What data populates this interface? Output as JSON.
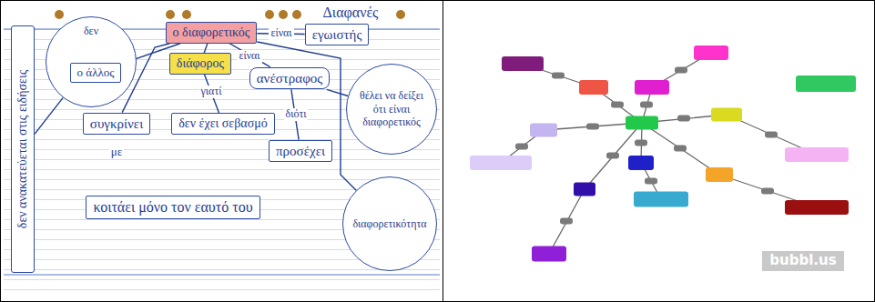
{
  "diagram": {
    "title": "Διαφανές",
    "nodes": [
      {
        "text": [
          "δεν"
        ]
      },
      {
        "text": [
          "ο άλλος"
        ],
        "in": 0
      },
      {
        "text": [
          "ο διαφορετικός"
        ]
      },
      {
        "text": [
          "εγωιστής"
        ]
      },
      {
        "text": [
          "διάφορος"
        ]
      },
      {
        "text": [
          "ανέστραφος"
        ]
      },
      {
        "text": [
          "θέλει να δείξει ότι είναι διαφορετικός"
        ]
      },
      {
        "text": [
          "συγκρίνει"
        ]
      },
      {
        "text": [
          "δεν έχει σεβασμό"
        ]
      },
      {
        "text": [
          "προσέχει"
        ]
      },
      {
        "text": [
          "δεν ανακατεύεται στις ειδήσεις"
        ]
      },
      {
        "text": [
          "κοιτάει μόνο τον εαυτό του"
        ]
      },
      {
        "text": [
          "διαφορετικότητα"
        ]
      }
    ],
    "edges": [
      {
        "from": 1,
        "to": 2,
        "arrow": "none"
      },
      {
        "from": 2,
        "to": 3,
        "label": "είναι",
        "arrow": "none"
      },
      {
        "from": 2,
        "to": 4,
        "arrow": "none"
      },
      {
        "from": 2,
        "to": 5,
        "label": "είναι",
        "arrow": "none"
      },
      {
        "from": 2,
        "to": 7,
        "arrow": "none"
      },
      {
        "from": 4,
        "to": 8,
        "label": "γιατί",
        "arrow": "none"
      },
      {
        "from": 5,
        "to": 9,
        "label": "διότι",
        "arrow": "none"
      },
      {
        "from": 5,
        "to": 6,
        "arrow": "none"
      },
      {
        "from": 2,
        "to": 12,
        "arrow": "none"
      },
      {
        "from": 10,
        "to": 0,
        "arrow": "none"
      }
    ],
    "labels": [
      "με",
      "bubbl.us"
    ]
  }
}
